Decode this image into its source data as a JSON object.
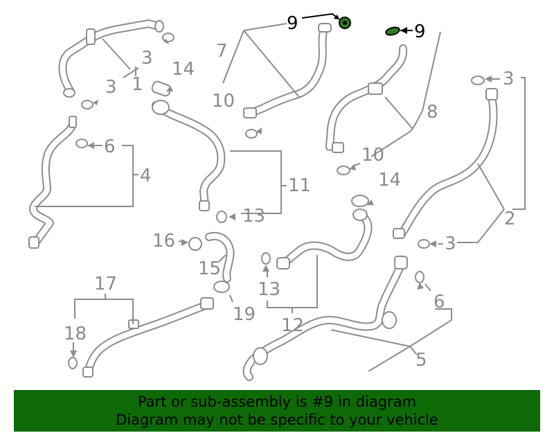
{
  "callouts": {
    "c1": "1",
    "c2": "2",
    "c3a": "3",
    "c3b": "3",
    "c3c": "3",
    "c3d": "3",
    "c4": "4",
    "c5": "5",
    "c6a": "6",
    "c6b": "6",
    "c7": "7",
    "c8": "8",
    "c9a": "9",
    "c9b": "9",
    "c10a": "10",
    "c10b": "10",
    "c11": "11",
    "c12": "12",
    "c13a": "13",
    "c13b": "13",
    "c14a": "14",
    "c14b": "14",
    "c15": "15",
    "c16": "16",
    "c17": "17",
    "c18": "18",
    "c19": "19"
  },
  "highlight": {
    "part_number": "9",
    "color": "#2f7d20"
  },
  "banner": {
    "line1": "Part or sub-assembly is #9 in diagram",
    "line2": "Diagram may not be specific to your vehicle",
    "background": "#0d6a07"
  }
}
